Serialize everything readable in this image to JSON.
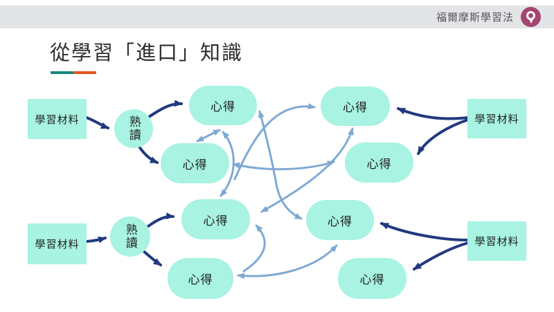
{
  "header": {
    "brand_label": "福爾摩斯學習法"
  },
  "title": {
    "text": "從學習「進口」知識"
  },
  "diagram": {
    "materials": {
      "top_left": "學習材料",
      "bottom_left": "學習材料",
      "top_right": "學習材料",
      "bottom_right": "學習材料"
    },
    "readers": {
      "top": "熟讀",
      "bottom": "熟讀"
    },
    "insights": {
      "a": "心得",
      "b": "心得",
      "c": "心得",
      "d": "心得",
      "e": "心得",
      "f": "心得",
      "g": "心得",
      "h": "心得"
    },
    "colors": {
      "node_fill": "#A8F3E1",
      "dark_arrow": "#20397F",
      "light_arrow": "#7EA9D3",
      "header_bar": "#E3E4E6",
      "logo": "#A54571",
      "accent_teal": "#18857B",
      "accent_orange": "#E5561C"
    }
  }
}
